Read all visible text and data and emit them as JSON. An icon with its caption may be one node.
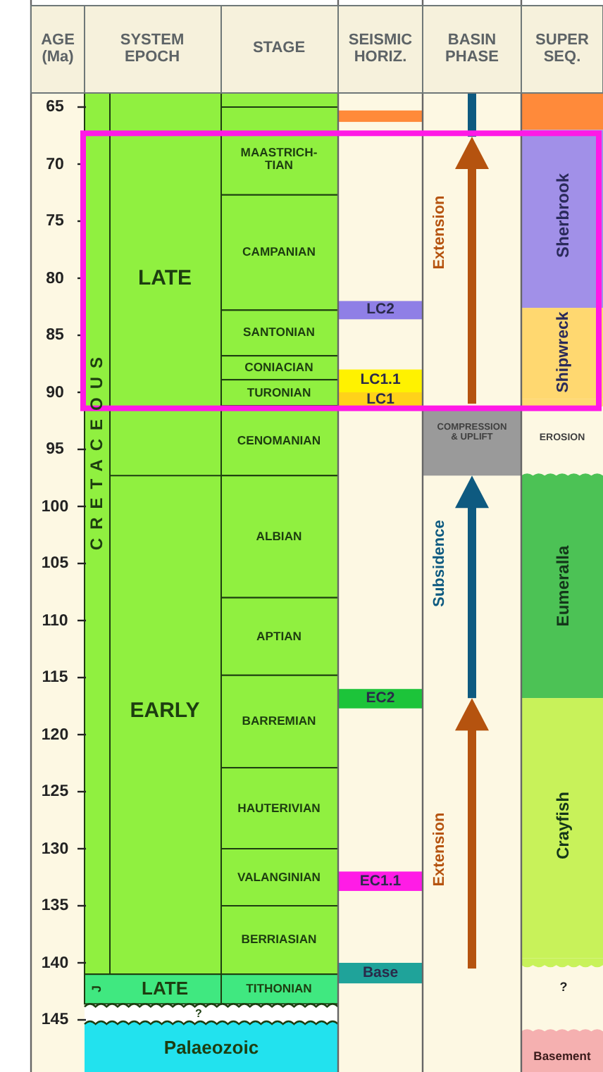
{
  "diagram": {
    "labels": [
      "AGE (Ma)",
      "SYSTEM EPOCH",
      "STAGE",
      "SEISMIC HORIZ.",
      "BASIN PHASE",
      "SUPER SEQ.",
      "65",
      "70",
      "75",
      "80",
      "85",
      "90",
      "95",
      "100",
      "105",
      "110",
      "115",
      "120",
      "125",
      "130",
      "135",
      "140",
      "145",
      "CRETACEOUS",
      "J",
      "LATE",
      "EARLY",
      "LATE",
      "?",
      "Palaeozoic",
      "MAASTRICH-TIAN",
      "CAMPANIAN",
      "SANTONIAN",
      "CONIACIAN",
      "TURONIAN",
      "CENOMANIAN",
      "ALBIAN",
      "APTIAN",
      "BARREMIAN",
      "HAUTERIVIAN",
      "VALANGINIAN",
      "BERRIASIAN",
      "TITHONIAN",
      "LC2",
      "LC1.1",
      "LC1",
      "EC2",
      "EC1.1",
      "Base",
      "Extension",
      "COMPRESSION & UPLIFT",
      "Subsidence",
      "Extension",
      "Sherbrook",
      "Shipwreck",
      "EROSION",
      "Eumeralla",
      "Crayfish",
      "?",
      "Basement"
    ]
  }
}
